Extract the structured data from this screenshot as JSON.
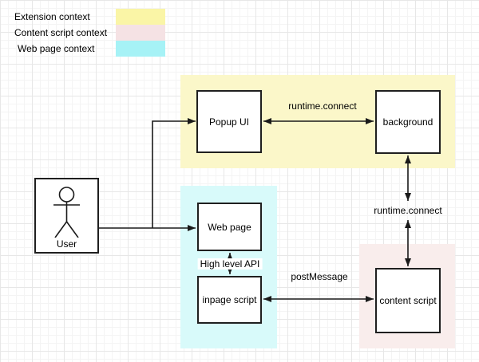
{
  "legend": {
    "items": [
      {
        "label": "Extension context",
        "color": "#faf5a6"
      },
      {
        "label": "Content script context",
        "color": "#f5e2e4"
      },
      {
        "label": "Web page context",
        "color": "#a6f2f6"
      }
    ]
  },
  "regions": {
    "extension": {
      "name": "Extension context",
      "color": "#fbf7c9"
    },
    "web_page": {
      "name": "Web page context",
      "color": "#d8fafa"
    },
    "content_script": {
      "name": "Content script context",
      "color": "#f9edec"
    }
  },
  "nodes": {
    "popup_ui": {
      "label": "Popup UI"
    },
    "background": {
      "label": "background"
    },
    "web_page": {
      "label": "Web page"
    },
    "inpage_script": {
      "label": "inpage script"
    },
    "content_script": {
      "label": "content script"
    },
    "user": {
      "label": "User"
    }
  },
  "edges": {
    "popup_background": {
      "label": "runtime.connect"
    },
    "background_contentscript": {
      "label": "runtime.connect"
    },
    "webpage_inpage": {
      "label": "High level API"
    },
    "inpage_contentscript": {
      "label": "postMessage"
    }
  }
}
